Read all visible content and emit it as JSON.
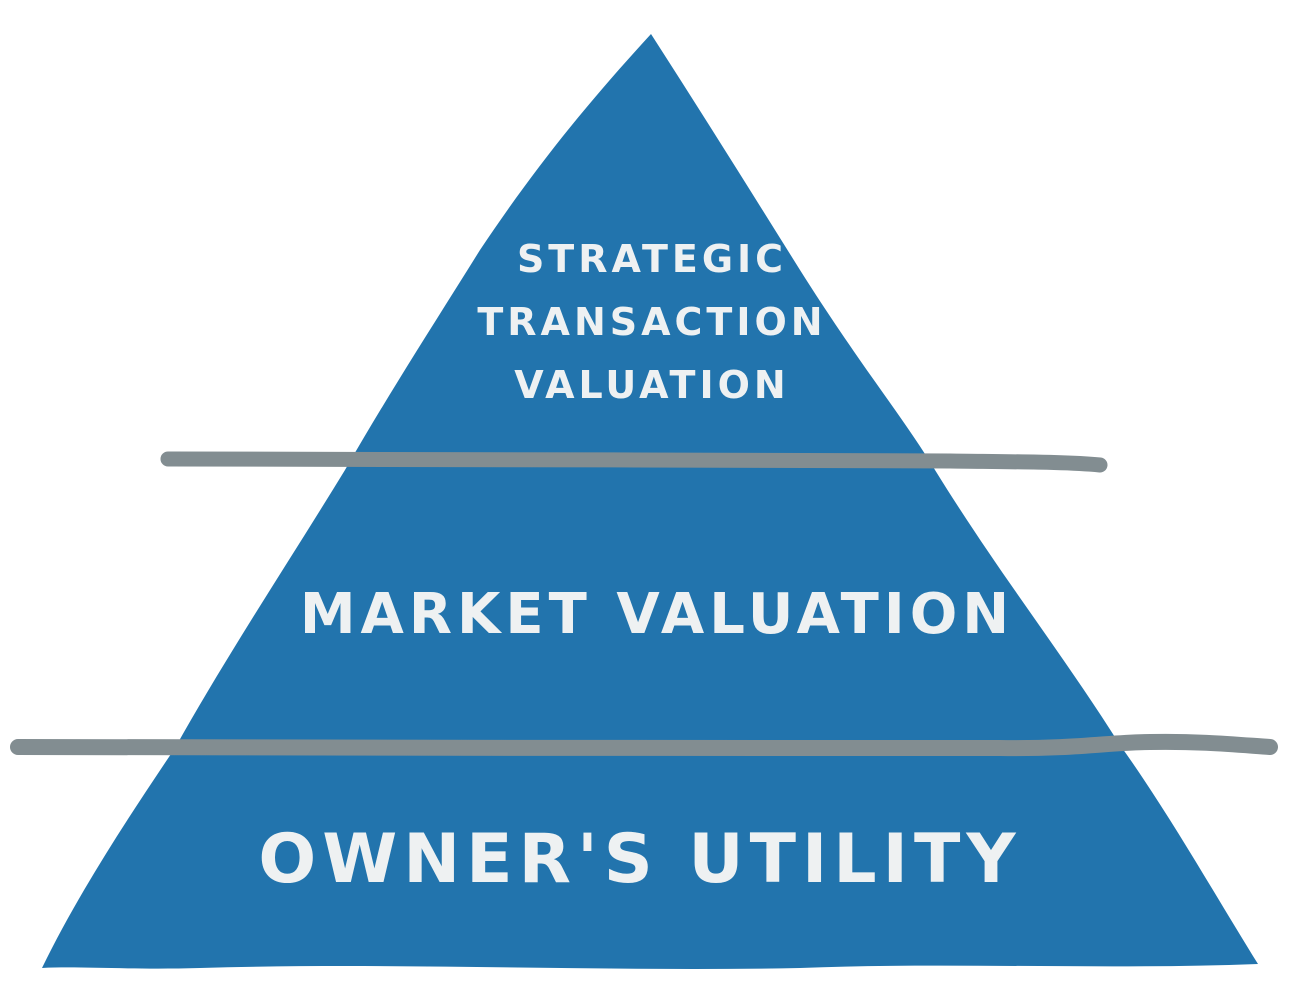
{
  "colors": {
    "pyramid_fill": "#2274ad",
    "divider_stroke": "#828d91",
    "text": "#eef1f2",
    "background": "#ffffff"
  },
  "tiers": {
    "top": {
      "lines": [
        "STRATEGIC",
        "TRANSACTION",
        "VALUATION"
      ]
    },
    "middle": {
      "label": "MARKET VALUATION"
    },
    "bottom": {
      "label": "OWNER'S UTILITY"
    }
  }
}
